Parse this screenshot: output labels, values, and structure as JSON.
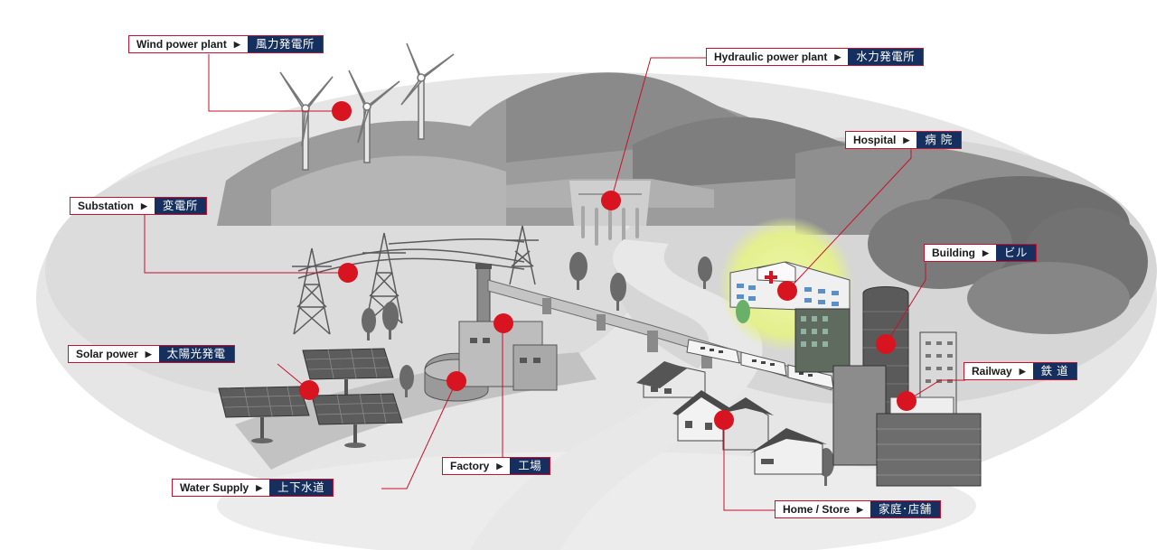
{
  "labels": {
    "wind": {
      "en": "Wind power plant",
      "jp": "風力発電所"
    },
    "hydro": {
      "en": "Hydraulic power plant",
      "jp": "水力発電所"
    },
    "hospital": {
      "en": "Hospital",
      "jp": "病 院"
    },
    "substation": {
      "en": "Substation",
      "jp": "変電所"
    },
    "building": {
      "en": "Building",
      "jp": "ビル"
    },
    "solar": {
      "en": "Solar power",
      "jp": "太陽光発電"
    },
    "railway": {
      "en": "Railway",
      "jp": "鉄 道"
    },
    "factory": {
      "en": "Factory",
      "jp": "工場"
    },
    "water": {
      "en": "Water Supply",
      "jp": "上下水道"
    },
    "home": {
      "en": "Home / Store",
      "jp": "家庭･店舗"
    }
  },
  "arrow_glyph": "▶",
  "colors": {
    "marker": "#d7141f",
    "leader": "#c8102e",
    "jp_bg": "#15305e",
    "hospital_glow": "#e8f29a"
  }
}
